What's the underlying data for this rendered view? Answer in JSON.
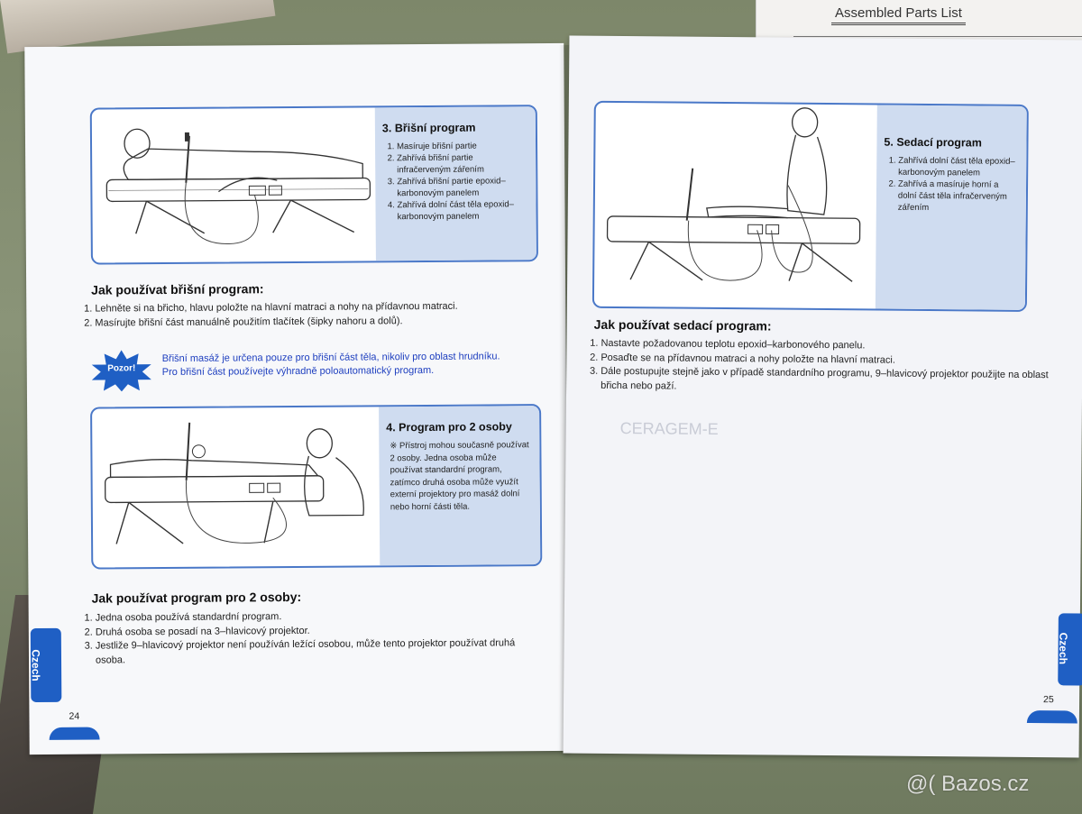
{
  "background": {
    "sheet_title": "Assembled Parts List",
    "watermark": "@( Bazos.cz"
  },
  "left_page": {
    "panel_1": {
      "title": "3. Břišní program",
      "items": [
        "Masíruje břišní partie",
        "Zahřívá břišní partie infračerveným zářením",
        "Zahřívá břišní partie epoxid–karbonovým panelem",
        "Zahřívá dolní část těla epoxid–karbonovým panelem"
      ]
    },
    "section_1": {
      "heading": "Jak používat břišní program:",
      "steps": [
        "Lehněte si na břicho, hlavu položte na hlavní matraci a nohy na přídavnou matraci.",
        "Masírujte břišní část manuálně použitím tlačítek (šipky nahoru a dolů)."
      ]
    },
    "warning": {
      "label": "Pozor!",
      "text_line_1": "Břišní masáž je určena pouze pro břišní část těla, nikoliv pro oblast hrudníku.",
      "text_line_2": "Pro břišní část používejte výhradně poloautomatický program."
    },
    "panel_2": {
      "title": "4. Program pro 2 osoby",
      "note": "※ Přístroj mohou současně používat 2 osoby. Jedna osoba může používat standardní program, zatímco druhá osoba může využít externí projektory pro masáž dolní nebo horní části těla."
    },
    "section_2": {
      "heading": "Jak používat program pro 2 osoby:",
      "steps": [
        "Jedna osoba používá standardní program.",
        "Druhá osoba se posadí na 3–hlavicový projektor.",
        "Jestliže 9–hlavicový projektor není používán ležící osobou, může tento projektor používat druhá osoba."
      ]
    },
    "side_tab": "Czech",
    "page_number": "24"
  },
  "right_page": {
    "panel": {
      "title": "5. Sedací program",
      "items": [
        "Zahřívá dolní část těla epoxid–karbonovým panelem",
        "Zahřívá a masíruje horní a dolní část těla infračerveným zářením"
      ]
    },
    "section": {
      "heading": "Jak používat sedací program:",
      "steps": [
        "Nastavte požadovanou teplotu epoxid–karbonového panelu.",
        "Posaďte se na přídavnou matraci a nohy položte na hlavní matraci.",
        "Dále postupujte stejně jako v případě standardního programu, 9–hlavicový projektor použijte na oblast břicha nebo paží."
      ]
    },
    "side_tab": "Czech",
    "page_number": "25"
  },
  "colors": {
    "accent_blue": "#1f5fc4",
    "panel_fill": "#cfdcf0",
    "warning_text": "#1e3fbf"
  }
}
